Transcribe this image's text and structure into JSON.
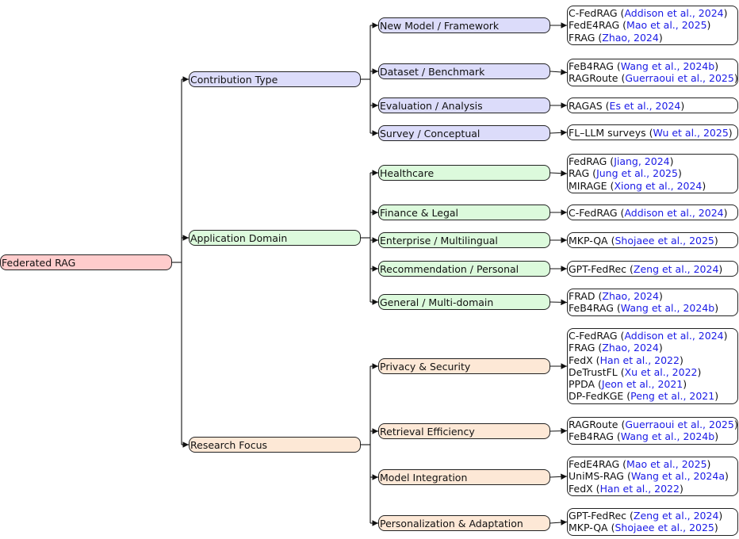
{
  "root": {
    "label": "Federated RAG"
  },
  "categories": [
    {
      "label": "Contribution Type",
      "subs": [
        {
          "label": "New Model / Framework",
          "items": [
            {
              "name": "C-FedRAG",
              "cite": "Addison et al., 2024"
            },
            {
              "name": "FedE4RAG",
              "cite": "Mao et al., 2025"
            },
            {
              "name": "FRAG",
              "cite": "Zhao, 2024"
            }
          ]
        },
        {
          "label": "Dataset / Benchmark",
          "items": [
            {
              "name": "FeB4RAG",
              "cite": "Wang et al., 2024b"
            },
            {
              "name": "RAGRoute",
              "cite": "Guerraoui et al., 2025"
            }
          ]
        },
        {
          "label": "Evaluation / Analysis",
          "items": [
            {
              "name": "RAGAS",
              "cite": "Es et al., 2024"
            }
          ]
        },
        {
          "label": "Survey / Conceptual",
          "items": [
            {
              "name": "FL–LLM surveys",
              "cite": "Wu et al., 2025"
            }
          ]
        }
      ]
    },
    {
      "label": "Application Domain",
      "subs": [
        {
          "label": "Healthcare",
          "items": [
            {
              "name": "FedRAG",
              "cite": "Jiang, 2024"
            },
            {
              "name": "RAG",
              "cite": "Jung et al., 2025"
            },
            {
              "name": "MIRAGE",
              "cite": "Xiong et al., 2024"
            }
          ]
        },
        {
          "label": "Finance & Legal",
          "items": [
            {
              "name": "C-FedRAG",
              "cite": "Addison et al., 2024"
            }
          ]
        },
        {
          "label": "Enterprise / Multilingual",
          "items": [
            {
              "name": "MKP-QA",
              "cite": "Shojaee et al., 2025"
            }
          ]
        },
        {
          "label": "Recommendation / Personal",
          "items": [
            {
              "name": "GPT-FedRec",
              "cite": "Zeng et al., 2024"
            }
          ]
        },
        {
          "label": "General / Multi-domain",
          "items": [
            {
              "name": "FRAD",
              "cite": "Zhao, 2024"
            },
            {
              "name": "FeB4RAG",
              "cite": "Wang et al., 2024b"
            }
          ]
        }
      ]
    },
    {
      "label": "Research Focus",
      "subs": [
        {
          "label": "Privacy & Security",
          "items": [
            {
              "name": "C-FedRAG",
              "cite": "Addison et al., 2024"
            },
            {
              "name": "FRAG",
              "cite": "Zhao, 2024"
            },
            {
              "name": "FedX",
              "cite": "Han et al., 2022"
            },
            {
              "name": "DeTrustFL",
              "cite": "Xu et al., 2022"
            },
            {
              "name": "PPDA",
              "cite": "Jeon et al., 2021"
            },
            {
              "name": "DP-FedKGE",
              "cite": "Peng et al., 2021"
            }
          ]
        },
        {
          "label": "Retrieval Efficiency",
          "items": [
            {
              "name": "RAGRoute",
              "cite": "Guerraoui et al., 2025"
            },
            {
              "name": "FeB4RAG",
              "cite": "Wang et al., 2024b"
            }
          ]
        },
        {
          "label": "Model Integration",
          "items": [
            {
              "name": "FedE4RAG",
              "cite": "Mao et al., 2025"
            },
            {
              "name": "UniMS-RAG",
              "cite": "Wang et al., 2024a"
            },
            {
              "name": "FedX",
              "cite": "Han et al., 2022"
            }
          ]
        },
        {
          "label": "Personalization & Adaptation",
          "items": [
            {
              "name": "GPT-FedRec",
              "cite": "Zeng et al., 2024"
            },
            {
              "name": "MKP-QA",
              "cite": "Shojaee et al., 2025"
            }
          ]
        }
      ]
    }
  ]
}
